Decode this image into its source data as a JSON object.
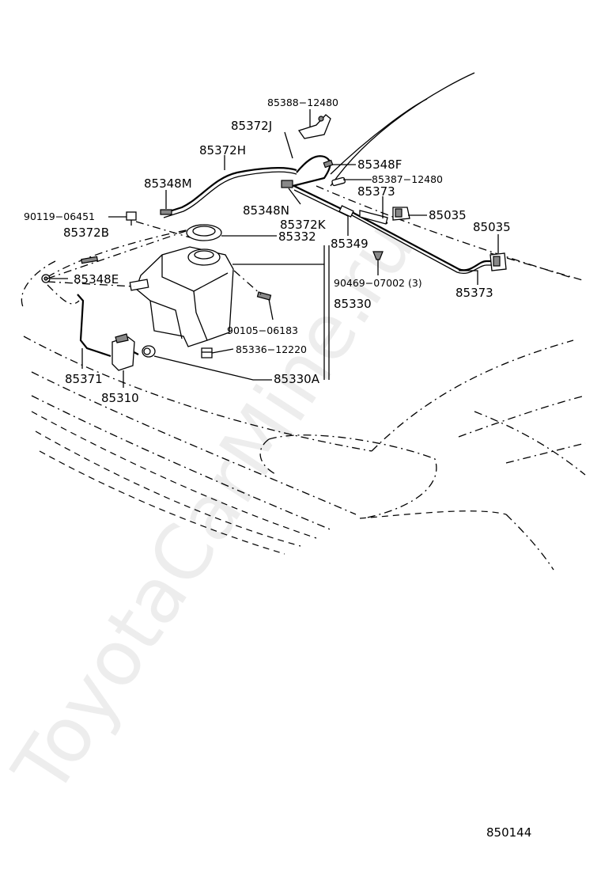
{
  "watermark": "ToyotaCarMine.ru",
  "diagram_code": "850144",
  "parts": {
    "p85388_12480": "85388−12480",
    "p85372J": "85372J",
    "p85348F": "85348F",
    "p85372H": "85372H",
    "p85387_12480": "85387−12480",
    "p85348M": "85348M",
    "p85373_top": "85373",
    "p85348N": "85348N",
    "p85035_mid": "85035",
    "p90119_06451": "90119−06451",
    "p85372K": "85372K",
    "p85035_right": "85035",
    "p85372B": "85372B",
    "p85332": "85332",
    "p85349": "85349",
    "p85348E": "85348E",
    "p90469_07002": "90469−07002 (3)",
    "p85373_bottom": "85373",
    "p85330": "85330",
    "p90105_06183": "90105−06183",
    "p85336_12220": "85336−12220",
    "p85371": "85371",
    "p85330A": "85330A",
    "p85310": "85310"
  }
}
